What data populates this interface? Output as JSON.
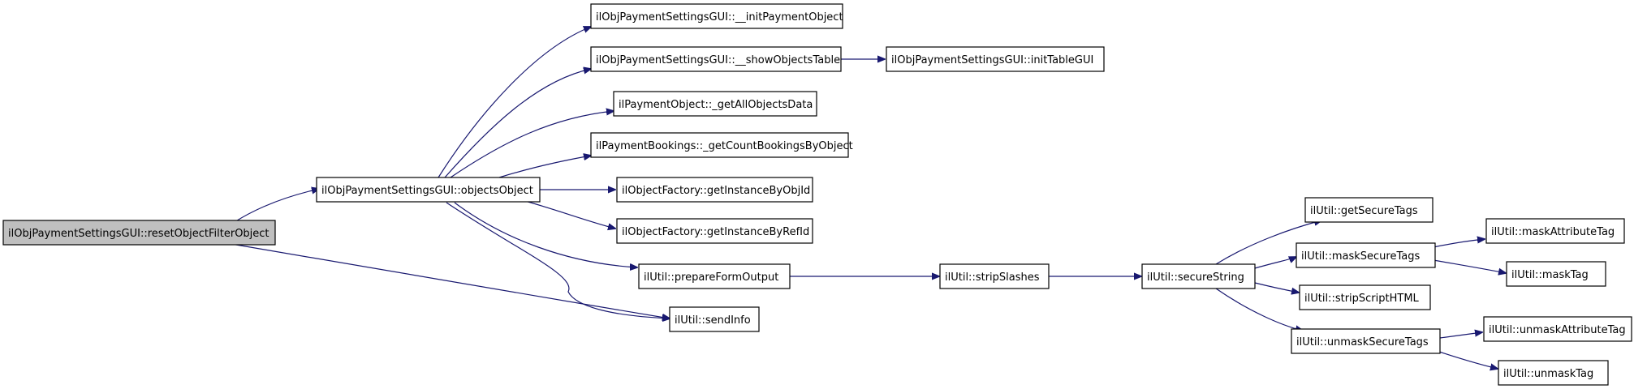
{
  "colors": {
    "edge": "#191970",
    "root_fill": "#bfbfbf",
    "node_fill": "#ffffff",
    "node_border": "#000000"
  },
  "nodes": {
    "reset_object_filter": "ilObjPaymentSettingsGUI::resetObjectFilterObject",
    "objects_object": "ilObjPaymentSettingsGUI::objectsObject",
    "init_payment_object": "ilObjPaymentSettingsGUI::__initPaymentObject",
    "show_objects_table": "ilObjPaymentSettingsGUI::__showObjectsTable",
    "init_table_gui": "ilObjPaymentSettingsGUI::initTableGUI",
    "get_all_objects_data": "ilPaymentObject::_getAllObjectsData",
    "get_count_bookings": "ilPaymentBookings::_getCountBookingsByObject",
    "get_instance_by_obj_id": "ilObjectFactory::getInstanceByObjId",
    "get_instance_by_ref_id": "ilObjectFactory::getInstanceByRefId",
    "prepare_form_output": "ilUtil::prepareFormOutput",
    "send_info": "ilUtil::sendInfo",
    "strip_slashes": "ilUtil::stripSlashes",
    "secure_string": "ilUtil::secureString",
    "get_secure_tags": "ilUtil::getSecureTags",
    "mask_secure_tags": "ilUtil::maskSecureTags",
    "strip_script_html": "ilUtil::stripScriptHTML",
    "unmask_secure_tags": "ilUtil::unmaskSecureTags",
    "mask_attribute_tag": "ilUtil::maskAttributeTag",
    "mask_tag": "ilUtil::maskTag",
    "unmask_attribute_tag": "ilUtil::unmaskAttributeTag",
    "unmask_tag": "ilUtil::unmaskTag"
  }
}
